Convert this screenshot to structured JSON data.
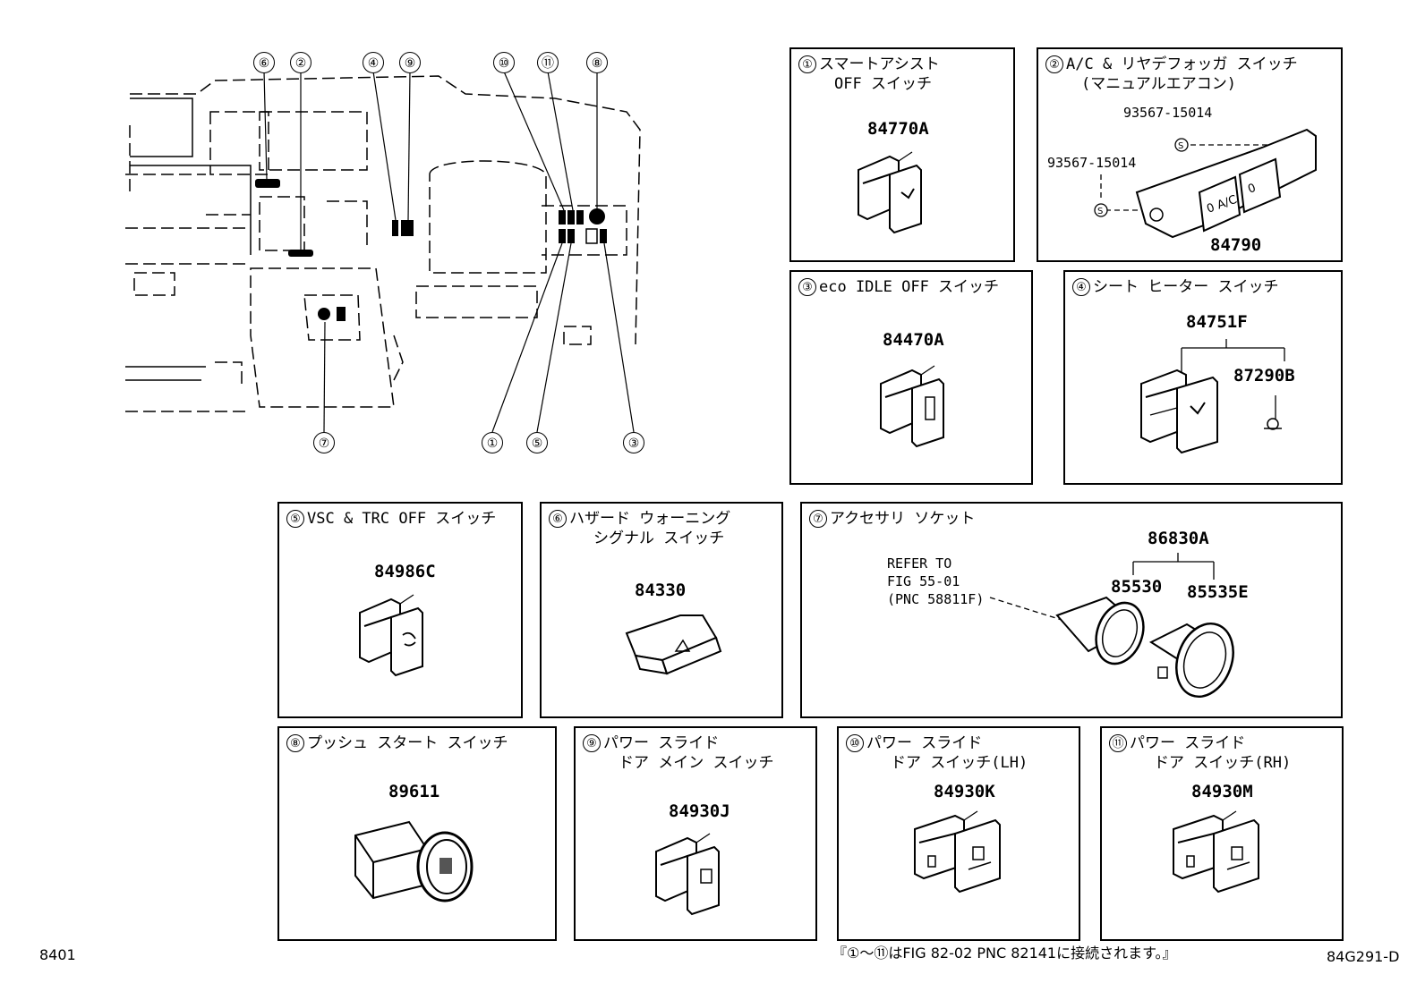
{
  "overview": {
    "callouts_top": [
      "⑥",
      "②",
      "④",
      "⑨",
      "⑩",
      "⑪",
      "⑧"
    ],
    "callouts_bottom": [
      "⑦",
      "①",
      "⑤",
      "③"
    ]
  },
  "panels": [
    {
      "num": "①",
      "title1": "スマートアシスト",
      "title2": "OFF スイッチ",
      "part": "84770A"
    },
    {
      "num": "②",
      "title1": "A/C & リヤデフォッガ スイッチ",
      "title2": "(マニュアルエアコン)",
      "part": "84790",
      "sub1": "93567-15014",
      "sub2": "93567-15014"
    },
    {
      "num": "③",
      "title1": "eco IDLE OFF スイッチ",
      "title2": "",
      "part": "84470A"
    },
    {
      "num": "④",
      "title1": "シート ヒーター スイッチ",
      "title2": "",
      "part": "84751F",
      "sub1": "87290B"
    },
    {
      "num": "⑤",
      "title1": "VSC & TRC OFF スイッチ",
      "title2": "",
      "part": "84986C"
    },
    {
      "num": "⑥",
      "title1": "ハザード ウォーニング",
      "title2": "シグナル スイッチ",
      "part": "84330"
    },
    {
      "num": "⑦",
      "title1": "アクセサリ ソケット",
      "title2": "",
      "part": "86830A",
      "sub1": "85530",
      "sub2": "85535E",
      "ref1": "REFER TO",
      "ref2": "FIG 55-01",
      "ref3": "(PNC 58811F)"
    },
    {
      "num": "⑧",
      "title1": "プッシュ スタート スイッチ",
      "title2": "",
      "part": "89611"
    },
    {
      "num": "⑨",
      "title1": "パワー スライド",
      "title2": "ドア メイン スイッチ",
      "part": "84930J"
    },
    {
      "num": "⑩",
      "title1": "パワー スライド",
      "title2": "ドア スイッチ(LH)",
      "part": "84930K"
    },
    {
      "num": "⑪",
      "title1": "パワー スライド",
      "title2": "ドア スイッチ(RH)",
      "part": "84930M"
    }
  ],
  "footer": {
    "left": "8401",
    "note": "『①〜⑪はFIG 82-02 PNC 82141に接続されます。』",
    "right": "84G291-D"
  }
}
